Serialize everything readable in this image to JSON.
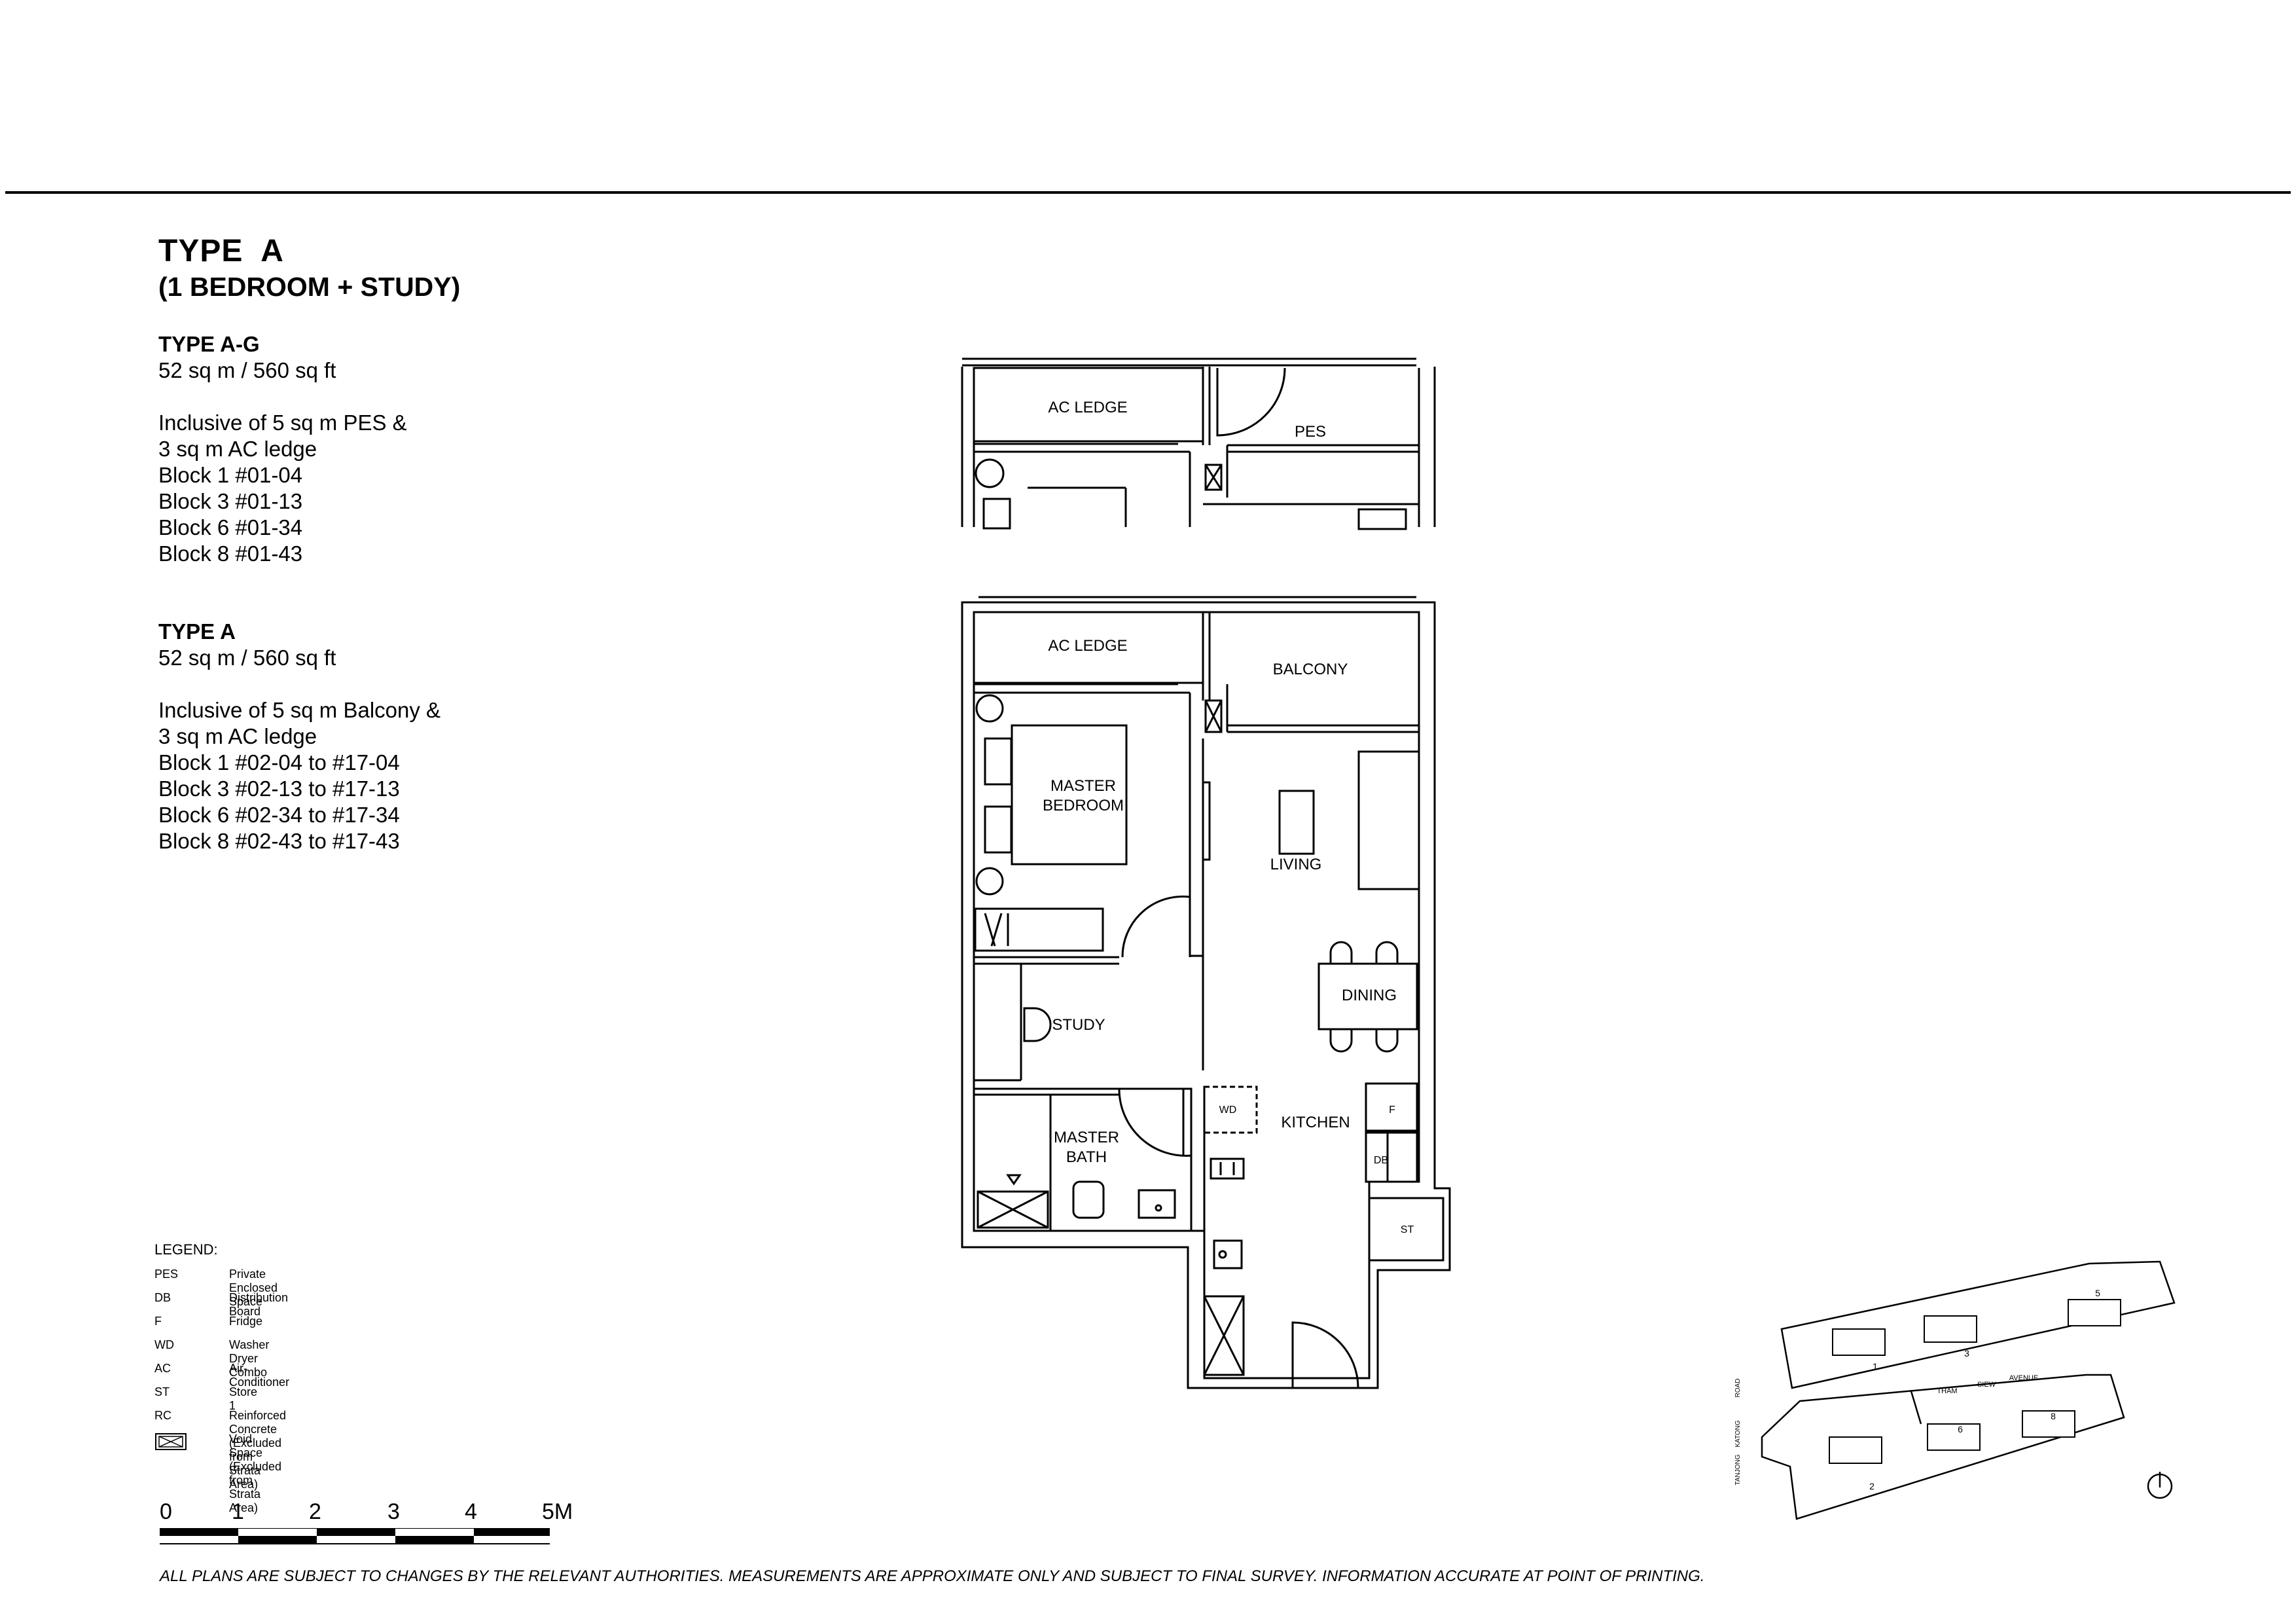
{
  "header": {
    "title": "TYPE  A",
    "subtitle": "(1 BEDROOM + STUDY)"
  },
  "type_ag": {
    "heading": "TYPE A-G",
    "area": "52 sq m / 560 sq ft",
    "inclusive_1": "Inclusive of 5 sq m PES &",
    "inclusive_2": "3 sq m AC ledge",
    "units": [
      "Block 1 #01-04",
      "Block 3 #01-13",
      "Block 6 #01-34",
      "Block 8 #01-43"
    ]
  },
  "type_a": {
    "heading": "TYPE A",
    "area": "52 sq m / 560 sq ft",
    "inclusive_1": "Inclusive of 5 sq m Balcony &",
    "inclusive_2": "3 sq m AC ledge",
    "units": [
      "Block 1 #02-04 to #17-04",
      "Block 3 #02-13 to #17-13",
      "Block 6 #02-34 to #17-34",
      "Block 8 #02-43 to #17-43"
    ]
  },
  "plan_top": {
    "ac_ledge": "AC LEDGE",
    "pes": "PES"
  },
  "plan_main": {
    "ac_ledge": "AC LEDGE",
    "balcony": "BALCONY",
    "master_bedroom_1": "MASTER",
    "master_bedroom_2": "BEDROOM",
    "living": "LIVING",
    "dining": "DINING",
    "study": "STUDY",
    "kitchen": "KITCHEN",
    "master_bath_1": "MASTER",
    "master_bath_2": "BATH",
    "wd": "WD",
    "f": "F",
    "db": "DB",
    "st": "ST"
  },
  "legend": {
    "title": "LEGEND:",
    "items": [
      {
        "key": "PES",
        "value": "Private Enclosed Space"
      },
      {
        "key": "DB",
        "value": "Distribution Board"
      },
      {
        "key": "F",
        "value": "Fridge"
      },
      {
        "key": "WD",
        "value": "Washer Dryer Combo"
      },
      {
        "key": "AC",
        "value": "Air-Conditioner"
      },
      {
        "key": "ST",
        "value": "Store 1"
      },
      {
        "key": "RC",
        "value": "Reinforced Concrete (Excluded from Strata Area)"
      }
    ],
    "void_label": "Void Space (Excluded from Strata Area)"
  },
  "scale_bar": {
    "labels": [
      "0",
      "1",
      "2",
      "3",
      "4",
      "5M"
    ]
  },
  "site_plan": {
    "roads": [
      "THAM",
      "SIEW",
      "AVENUE"
    ],
    "side_road": [
      "TANJONG",
      "KATONG",
      "ROAD"
    ],
    "blocks": [
      "1",
      "2",
      "3",
      "5",
      "6",
      "8"
    ]
  },
  "disclaimer": "ALL PLANS ARE SUBJECT TO CHANGES BY THE RELEVANT AUTHORITIES. MEASUREMENTS ARE APPROXIMATE ONLY AND SUBJECT TO FINAL SURVEY. INFORMATION ACCURATE AT POINT OF PRINTING."
}
